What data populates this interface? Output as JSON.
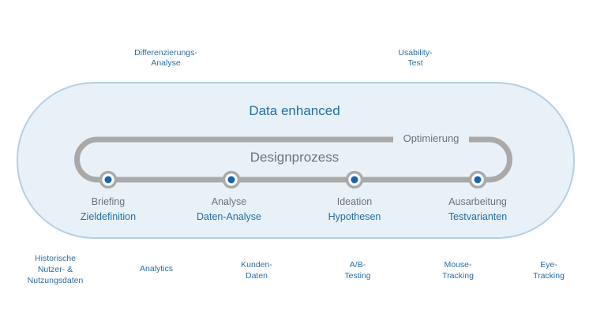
{
  "diagram": {
    "outer_label": "Data enhanced",
    "inner_label": "Designprozess",
    "loop_label": "Optimierung",
    "colors": {
      "accent_blue": "#1f6fa6",
      "node_blue": "#1565b0",
      "track_gray": "#a9a9a9",
      "pill_fill": "#e9f1f8",
      "pill_border": "#b3d0e3",
      "text_gray": "#6f7277"
    },
    "stages": [
      {
        "name": "Briefing",
        "detail": "Zieldefinition"
      },
      {
        "name": "Analyse",
        "detail": "Daten-Analyse"
      },
      {
        "name": "Ideation",
        "detail": "Hypothesen"
      },
      {
        "name": "Ausarbeitung",
        "detail": "Testvarianten"
      }
    ],
    "top_methods": [
      {
        "line1": "Differenzierungs-",
        "line2": "Analyse"
      },
      {
        "line1": "Usability-",
        "line2": "Test"
      }
    ],
    "bottom_methods": [
      {
        "line1": "Historische",
        "line2": "Nutzer- &",
        "line3": "Nutzungsdaten"
      },
      {
        "line1": "Analytics"
      },
      {
        "line1": "Kunden-",
        "line2": "Daten"
      },
      {
        "line1": "A/B-",
        "line2": "Testing"
      },
      {
        "line1": "Mouse-",
        "line2": "Tracking"
      },
      {
        "line1": "Eye-",
        "line2": "Tracking"
      }
    ]
  }
}
